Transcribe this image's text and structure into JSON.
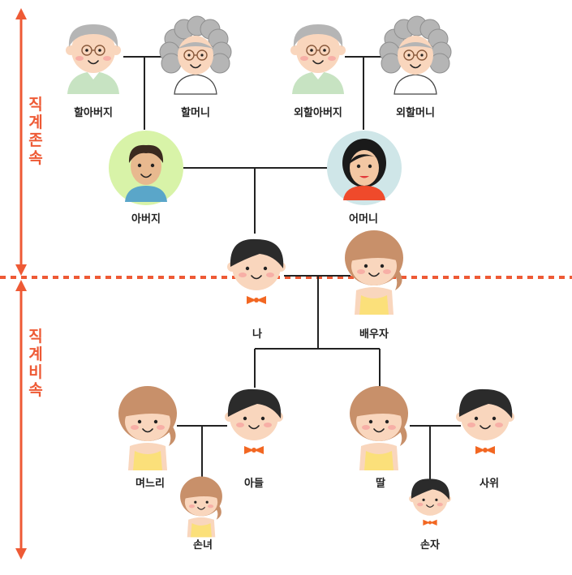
{
  "colors": {
    "accent": "#ee5a35",
    "line": "#222222",
    "skin": "#f9d6bd",
    "hair_dark": "#2b2b2b",
    "hair_brown": "#c8906a",
    "hair_grey": "#b5b5b5",
    "bowtie": "#f26722",
    "dress": "#fbe07a",
    "shirt_green": "#c7e3c2",
    "dad_bg": "#d8f3a8",
    "mom_bg": "#cfe6e8"
  },
  "section_labels": {
    "ascendants": [
      "직",
      "계",
      "존",
      "속"
    ],
    "descendants": [
      "직",
      "계",
      "비",
      "속"
    ]
  },
  "people": {
    "grandfather": "할아버지",
    "grandmother": "할머니",
    "maternal_grandfather": "외할아버지",
    "maternal_grandmother": "외할머니",
    "father": "아버지",
    "mother": "어머니",
    "me": "나",
    "spouse": "배우자",
    "daughter_in_law": "며느리",
    "son": "아들",
    "daughter": "딸",
    "son_in_law": "사위",
    "granddaughter": "손녀",
    "grandson": "손자"
  }
}
